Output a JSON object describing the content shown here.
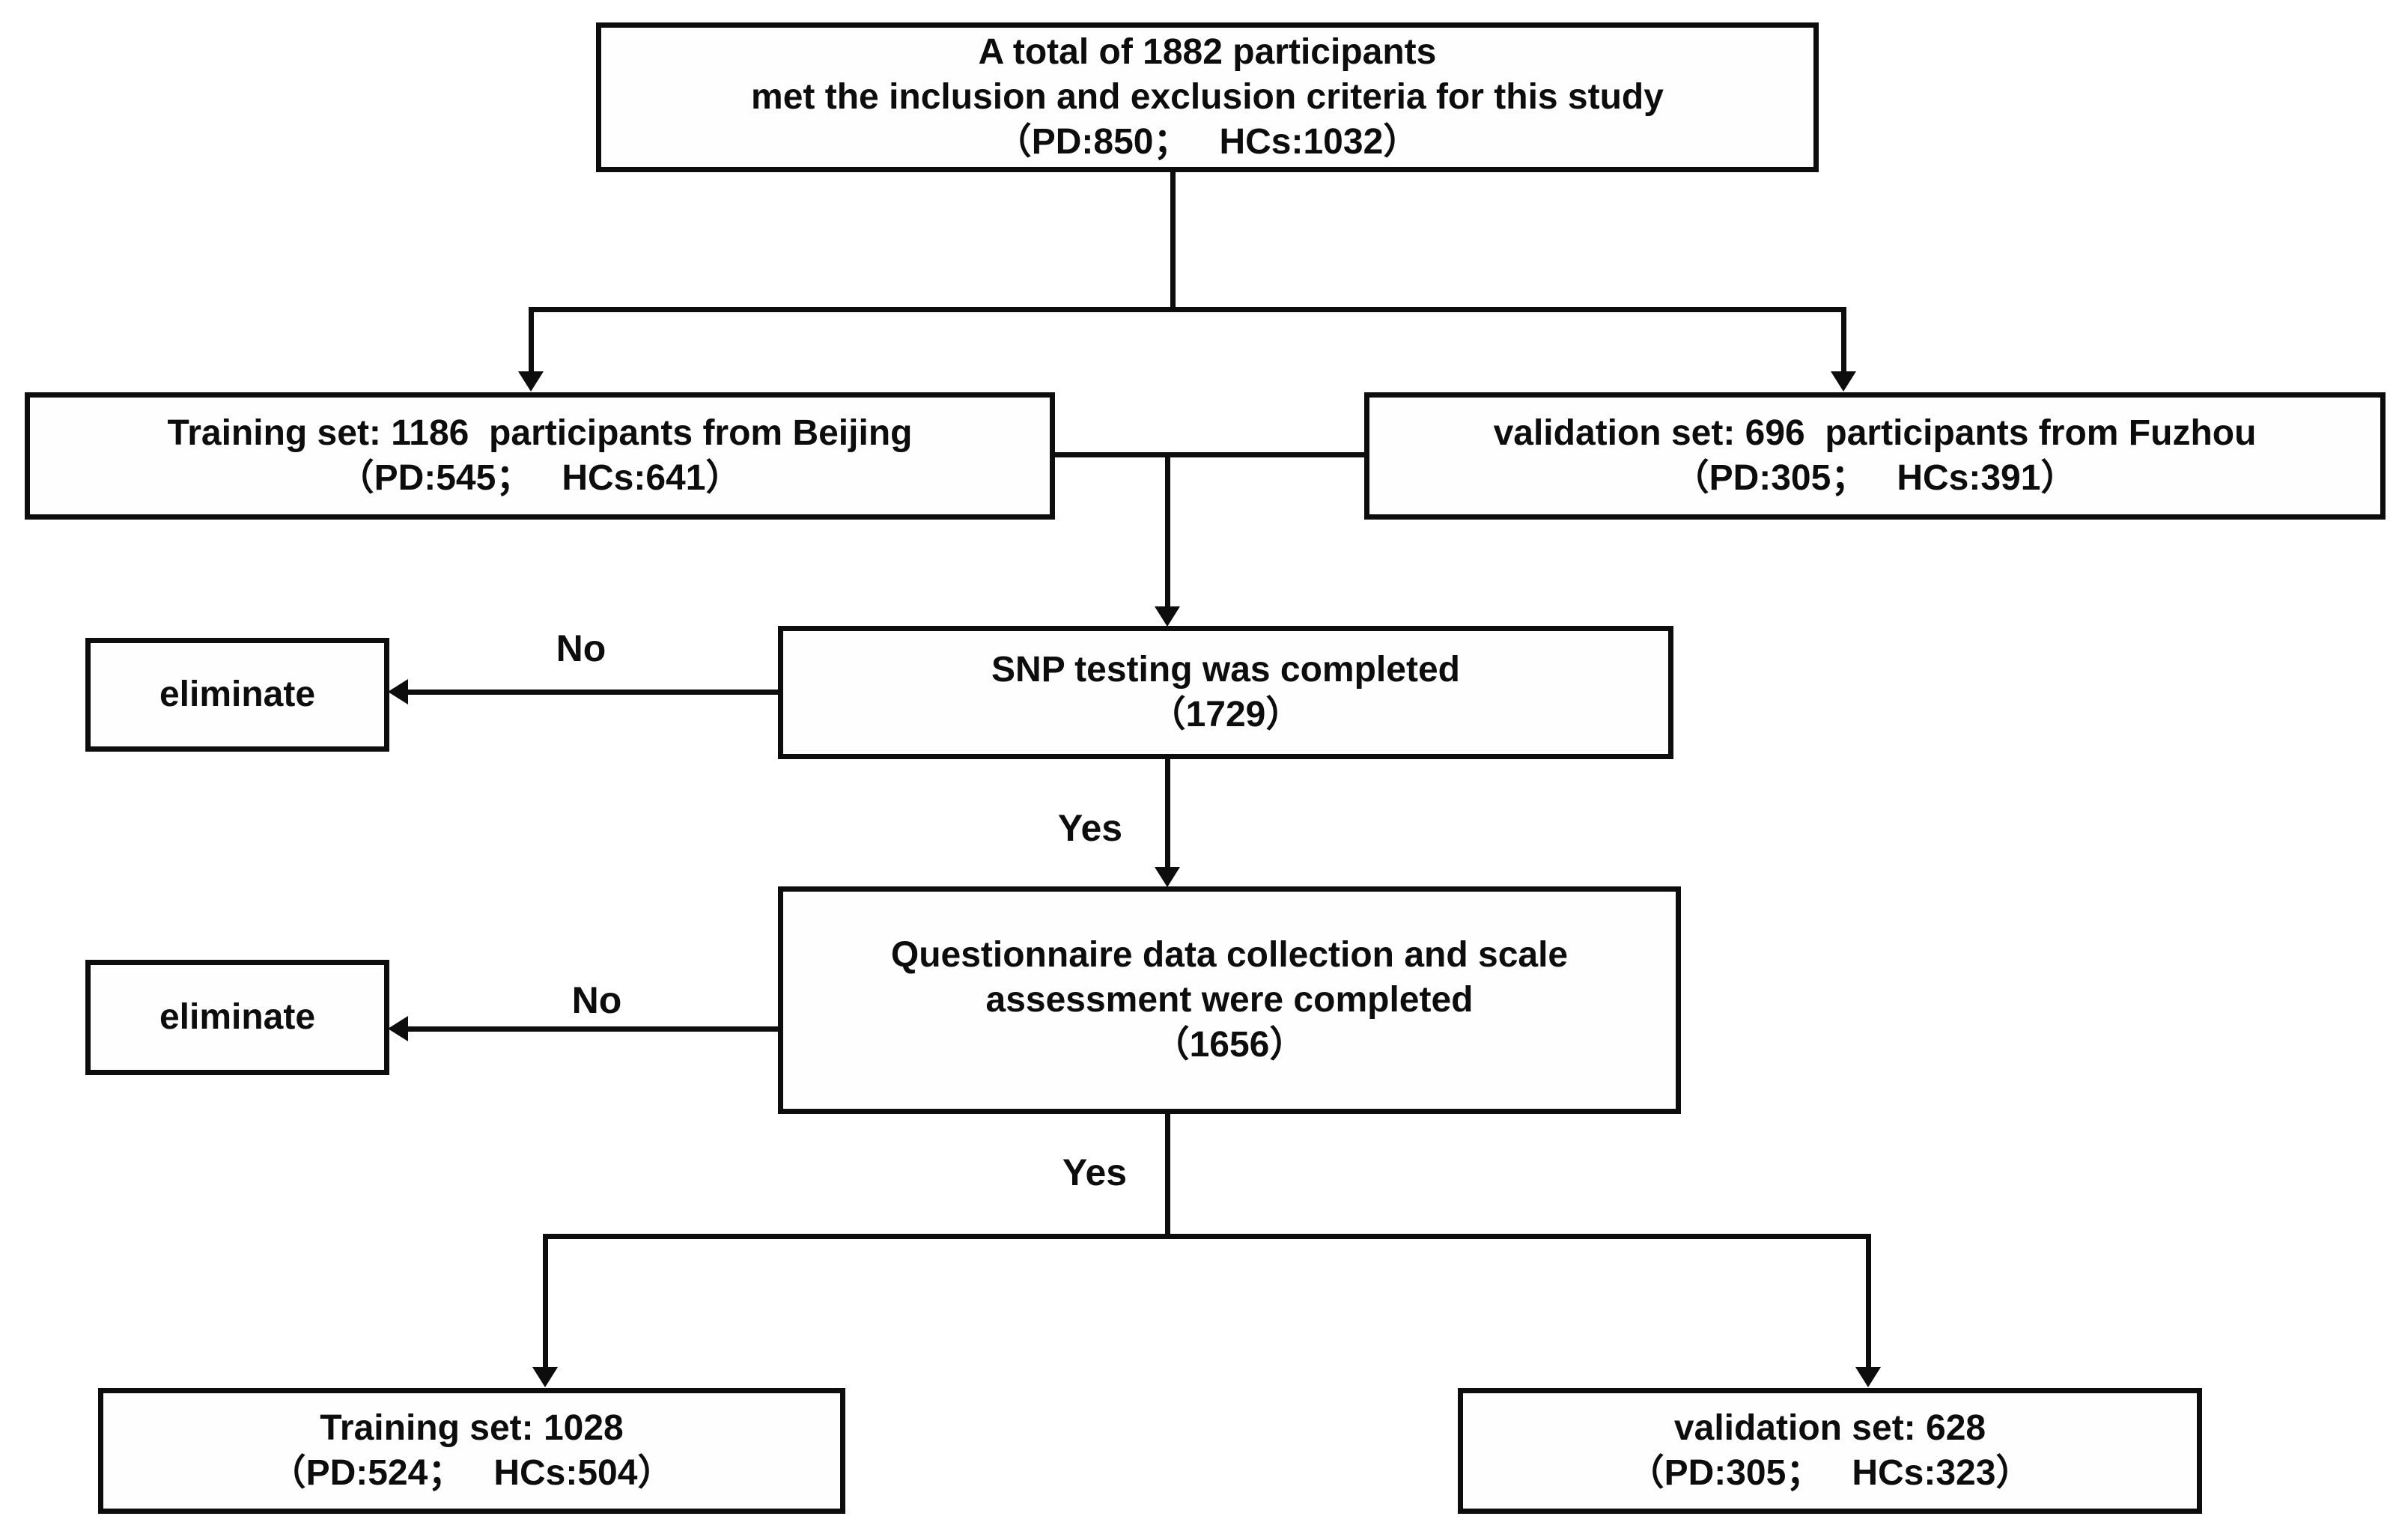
{
  "nodes": {
    "total": {
      "lines": [
        "A total of 1882 participants",
        "met the inclusion and exclusion criteria for this study",
        "（PD:850；   HCs:1032）"
      ]
    },
    "training_initial": {
      "lines": [
        "Training set: 1186  participants from Beijing",
        "（PD:545；   HCs:641）"
      ]
    },
    "validation_initial": {
      "lines": [
        "validation set: 696  participants from Fuzhou",
        "（PD:305；   HCs:391）"
      ]
    },
    "snp": {
      "lines": [
        "SNP testing was completed",
        "（1729）"
      ]
    },
    "eliminate_1": {
      "lines": [
        "eliminate"
      ]
    },
    "questionnaire": {
      "lines": [
        "Questionnaire data collection and scale",
        "assessment were completed",
        "（1656）"
      ]
    },
    "eliminate_2": {
      "lines": [
        "eliminate"
      ]
    },
    "training_final": {
      "lines": [
        "Training set: 1028",
        "（PD:524；   HCs:504）"
      ]
    },
    "validation_final": {
      "lines": [
        "validation set: 628",
        "（PD:305；   HCs:323）"
      ]
    }
  },
  "edge_labels": {
    "no_1": "No",
    "yes_1": "Yes",
    "no_2": "No",
    "yes_2": "Yes"
  },
  "colors": {
    "line": "#0d0d0d",
    "box_border": "#0d0d0d",
    "background": "#ffffff",
    "text": "#0d0d0d"
  }
}
